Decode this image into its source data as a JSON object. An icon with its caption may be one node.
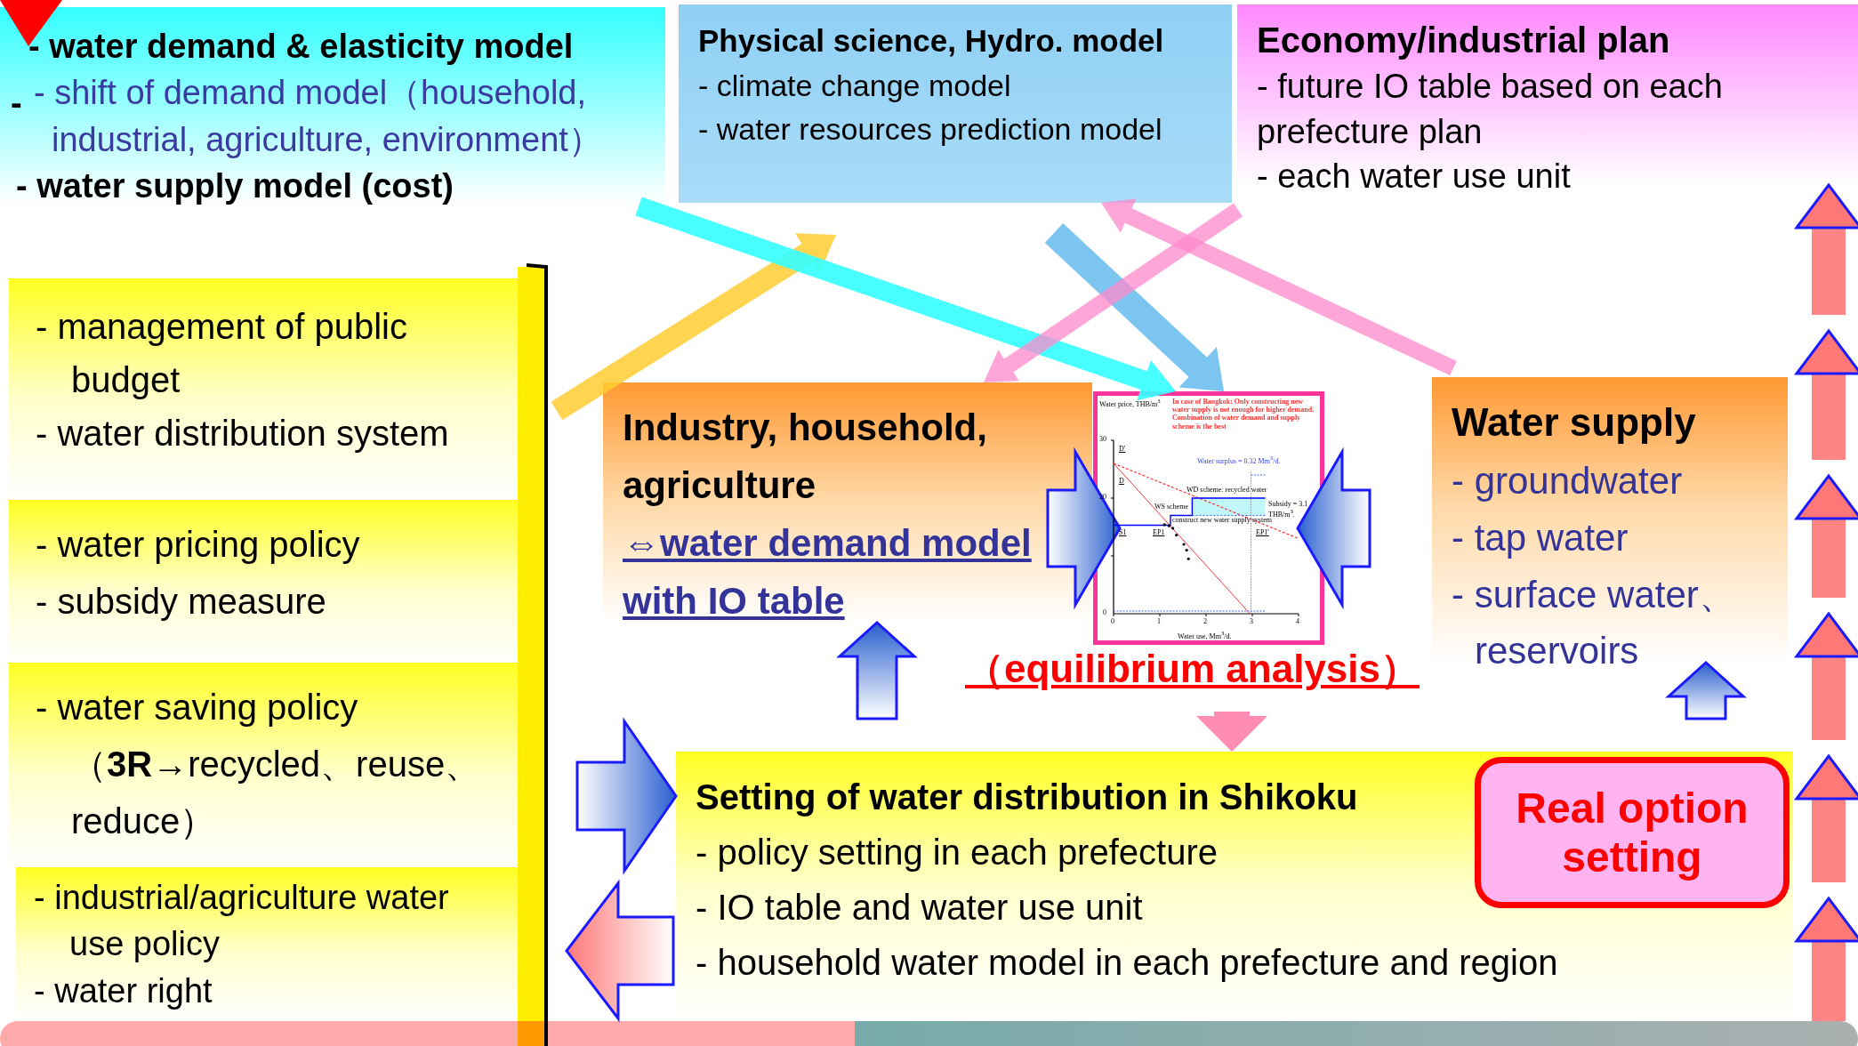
{
  "diagram": {
    "nodes": [
      {
        "text": [
          "- water demand & elasticity model",
          "- shift of demand model（household, industrial, agriculture, environment）",
          "- water supply model (cost)"
        ]
      },
      {
        "text": [
          "Physical science, Hydro. model",
          "- climate change model",
          "- water resources prediction model"
        ]
      },
      {
        "text": [
          "Economy/industrial plan",
          "- future IO table based on each prefecture plan",
          "- each water use unit"
        ]
      },
      {
        "text": [
          "- management of public budget",
          "- water distribution system"
        ]
      },
      {
        "text": [
          "- water pricing policy",
          "- subsidy measure"
        ]
      },
      {
        "text": [
          "- water saving policy（**3R**→recycled、reuse、reduce）"
        ]
      },
      {
        "text": [
          "- industrial/agriculture water use policy",
          "- water right"
        ]
      },
      {
        "text": [
          "Industry, household, agriculture",
          "⇔water demand model with IO table"
        ]
      },
      {
        "text": [],
        "shape": "picture",
        "beside": [
          "（equilibrium analysis）"
        ]
      },
      {
        "text": [
          "Water supply",
          "- groundwater",
          "- tap water",
          "- surface water、reservoirs"
        ]
      },
      {
        "text": [
          "Setting of water distribution in Shikoku",
          "- policy setting in each prefecture",
          "- IO table and water use unit",
          "- household water model in each prefecture and region"
        ]
      },
      {
        "text": [
          "Real option setting"
        ],
        "in": 10
      },
      {
        "text": [],
        "shape": "bar"
      }
    ],
    "edges": [
      {
        "from": 3,
        "to": 1,
        "arrow": "to",
        "color": "#ffcc33"
      },
      {
        "from": 0,
        "to": 8,
        "arrow": "to",
        "color": "#33ffff"
      },
      {
        "from": 1,
        "to": 8,
        "arrow": "to",
        "color": "#66bbee"
      },
      {
        "from": 2,
        "to": 7,
        "arrow": "to",
        "color": "#ff88cc"
      },
      {
        "from": 9,
        "to": 1,
        "arrow": "to",
        "color": "#ff88cc"
      },
      {
        "from": 7,
        "to": 8,
        "arrow": "to"
      },
      {
        "from": 9,
        "to": 8,
        "arrow": "to"
      },
      {
        "from": 10,
        "to": 7,
        "arrow": "to"
      },
      {
        "from": 10,
        "to": 9,
        "arrow": "to"
      },
      {
        "from": 8,
        "to": 10,
        "arrow": "to",
        "color": "#ff6699"
      },
      {
        "from": 5,
        "to": 10,
        "arrow": "to"
      },
      {
        "from": 10,
        "to": 6,
        "arrow": "to",
        "color": "#ff7777"
      },
      {
        "from": 12,
        "to": 2,
        "arrow": "to",
        "color": "#ff7777"
      }
    ],
    "labels": [
      "-",
      "Water price, THB/m$^{3}$",
      "In case of Bangkok: Only constructing new water supply is not enough for higher demand. Combination of water demand and supply scheme is the best",
      "30",
      "20",
      "0",
      "D'",
      "D",
      "S1",
      "EP1",
      "EP1'",
      "Water surplus = 0.32 Mm$^{3}$/d.",
      "WD scheme: recycled water",
      "Subsidy = 3.1 THB/m$^{3}$.",
      "WS scheme",
      "construct new water supply system",
      "0",
      "1",
      "2",
      "3",
      "4",
      "Water use, Mm$^{3}$/d."
    ]
  }
}
